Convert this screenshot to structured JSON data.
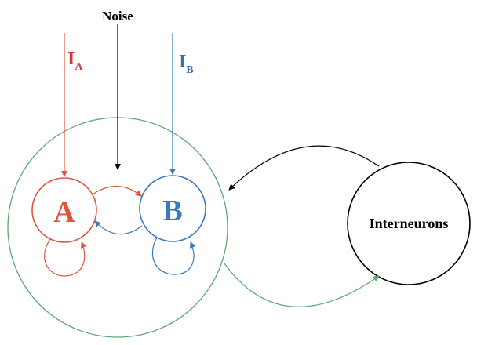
{
  "labels": {
    "noise": "Noise",
    "input_a_main": "I",
    "input_a_sub": "A",
    "input_b_main": "I",
    "input_b_sub": "B",
    "pop_a": "A",
    "pop_b": "B",
    "interneurons": "Interneurons"
  },
  "colors": {
    "pop_a": "#e0553f",
    "pop_b": "#3a78c2",
    "network": "#5aaa70",
    "black": "#000000",
    "input_a_text": "#d03a3a",
    "input_b_text": "#2f6fb7"
  }
}
